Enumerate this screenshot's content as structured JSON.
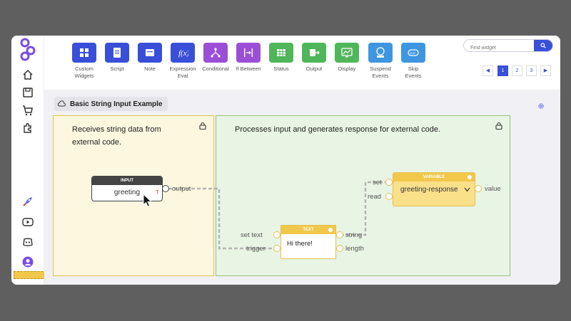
{
  "toolbar": {
    "tools": [
      {
        "label": "Custom\nWidgets",
        "color": "#3a4fd8",
        "icon": "grid-icon"
      },
      {
        "label": "Script",
        "color": "#3a4fd8",
        "icon": "script-icon"
      },
      {
        "label": "Note",
        "color": "#3a4fd8",
        "icon": "note-icon"
      },
      {
        "label": "Expression\nEval",
        "color": "#3a4fd8",
        "icon": "function-icon"
      },
      {
        "label": "Conditional",
        "color": "#9b4fd6",
        "icon": "branch-icon"
      },
      {
        "label": "If Between",
        "color": "#9b4fd6",
        "icon": "between-icon"
      },
      {
        "label": "Status",
        "color": "#4fb65a",
        "icon": "table-icon"
      },
      {
        "label": "Output",
        "color": "#4fb65a",
        "icon": "output-icon"
      },
      {
        "label": "Display",
        "color": "#4fb65a",
        "icon": "display-icon"
      },
      {
        "label": "Suspend\nEvents",
        "color": "#3e96e0",
        "icon": "suspend-icon"
      },
      {
        "label": "Skip\nEvents",
        "color": "#3e96e0",
        "icon": "skip-icon"
      }
    ],
    "search_placeholder": "Find widget",
    "pages": [
      "1",
      "2",
      "3"
    ],
    "active_page": "1"
  },
  "canvas": {
    "title": "Basic String Input Example",
    "group_left_text": "Receives string data from external code.",
    "group_right_text": "Processes input and generates response for external code.",
    "input_node": {
      "header": "INPUT",
      "name": "greeting",
      "type_icon": "T",
      "output_label": "output"
    },
    "text_node": {
      "header": "TEXT",
      "value": "Hi there!",
      "in_ports": [
        "set text",
        "trigger"
      ],
      "out_ports": [
        "string",
        "length"
      ]
    },
    "variable_node": {
      "header": "VARIABLE",
      "value": "greeting-response",
      "in_ports": [
        "set",
        "read"
      ],
      "out_port": "value"
    }
  },
  "colors": {
    "accent": "#3a4fd8",
    "yellow": "#f2c84b",
    "green_border": "#8fc479"
  }
}
